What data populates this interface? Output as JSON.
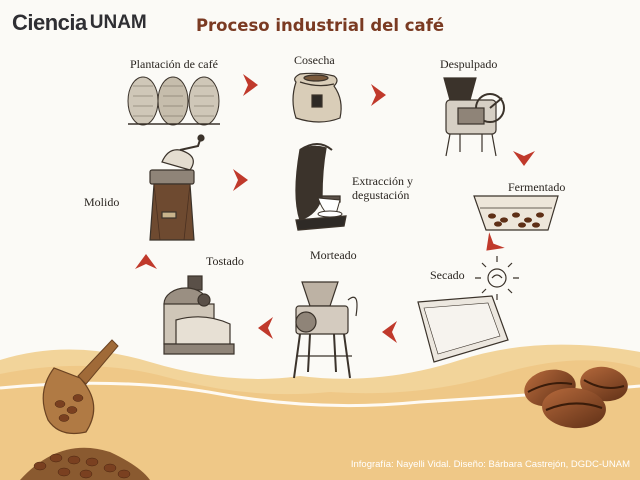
{
  "header": {
    "logo_part1": "Ciencia",
    "logo_part2": "UNAM",
    "title": "Proceso industrial del café"
  },
  "steps": [
    {
      "label": "Plantación de café"
    },
    {
      "label": "Cosecha"
    },
    {
      "label": "Despulpado"
    },
    {
      "label": "Fermentado"
    },
    {
      "label": "Secado"
    },
    {
      "label": "Morteado"
    },
    {
      "label": "Tostado"
    },
    {
      "label": "Molido"
    },
    {
      "label_line1": "Extracción y",
      "label_line2": "degustación"
    }
  ],
  "footer": {
    "credit": "Infografía: Nayelli Vidal. Diseño: Bárbara Castrejón, DGDC-UNAM"
  },
  "colors": {
    "arrow": "#c0392b",
    "title": "#7a3a22",
    "sand": "#f2d49a",
    "bean": "#7a4020"
  }
}
